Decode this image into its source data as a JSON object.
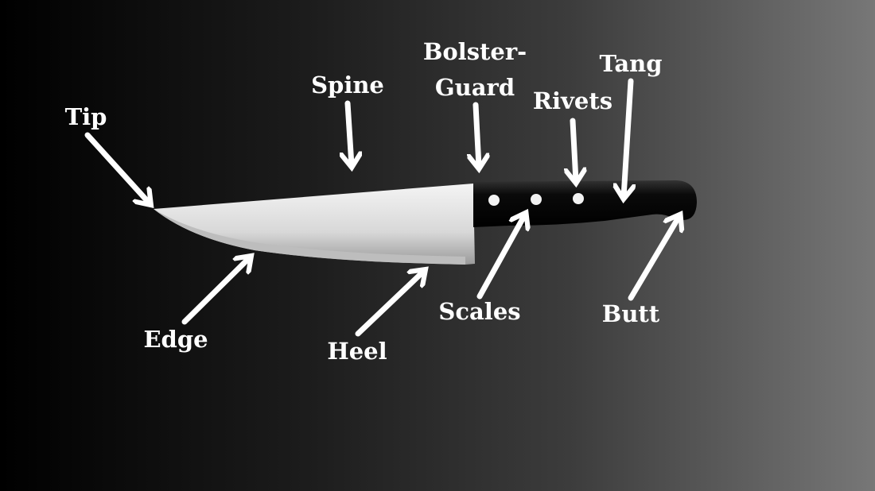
{
  "labels": {
    "tip": "Tip",
    "spine": "Spine",
    "bolster_line1": "Bolster-",
    "bolster_line2": "Guard",
    "rivets": "Rivets",
    "tang": "Tang",
    "edge": "Edge",
    "heel": "Heel",
    "scales": "Scales",
    "butt": "Butt"
  },
  "colors": {
    "label": "#ffffff",
    "arrow": "#ffffff",
    "handle": "#0a0a0a"
  }
}
